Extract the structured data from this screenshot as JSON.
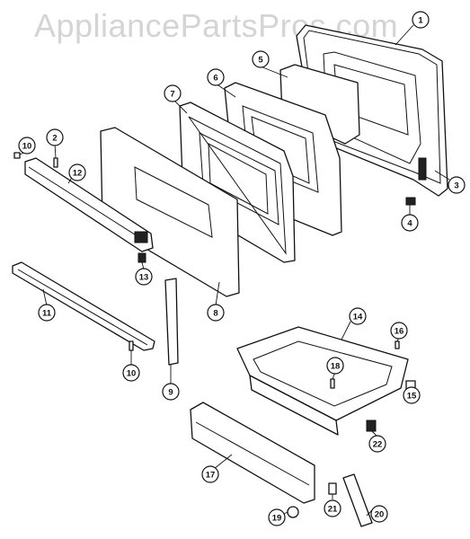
{
  "watermark": "AppliancePartsPros.com",
  "callouts": [
    {
      "id": "p1",
      "label": "1"
    },
    {
      "id": "p2",
      "label": "2"
    },
    {
      "id": "p3",
      "label": "3"
    },
    {
      "id": "p4",
      "label": "4"
    },
    {
      "id": "p5",
      "label": "5"
    },
    {
      "id": "p6",
      "label": "6"
    },
    {
      "id": "p7",
      "label": "7"
    },
    {
      "id": "p8",
      "label": "8"
    },
    {
      "id": "p9",
      "label": "9"
    },
    {
      "id": "p10a",
      "label": "10"
    },
    {
      "id": "p10b",
      "label": "10"
    },
    {
      "id": "p11",
      "label": "11"
    },
    {
      "id": "p12",
      "label": "12"
    },
    {
      "id": "p13",
      "label": "13"
    },
    {
      "id": "p14",
      "label": "14"
    },
    {
      "id": "p15",
      "label": "15"
    },
    {
      "id": "p16",
      "label": "16"
    },
    {
      "id": "p17",
      "label": "17"
    },
    {
      "id": "p18",
      "label": "18"
    },
    {
      "id": "p19",
      "label": "19"
    },
    {
      "id": "p20",
      "label": "20"
    },
    {
      "id": "p21",
      "label": "21"
    },
    {
      "id": "p22",
      "label": "22"
    }
  ]
}
